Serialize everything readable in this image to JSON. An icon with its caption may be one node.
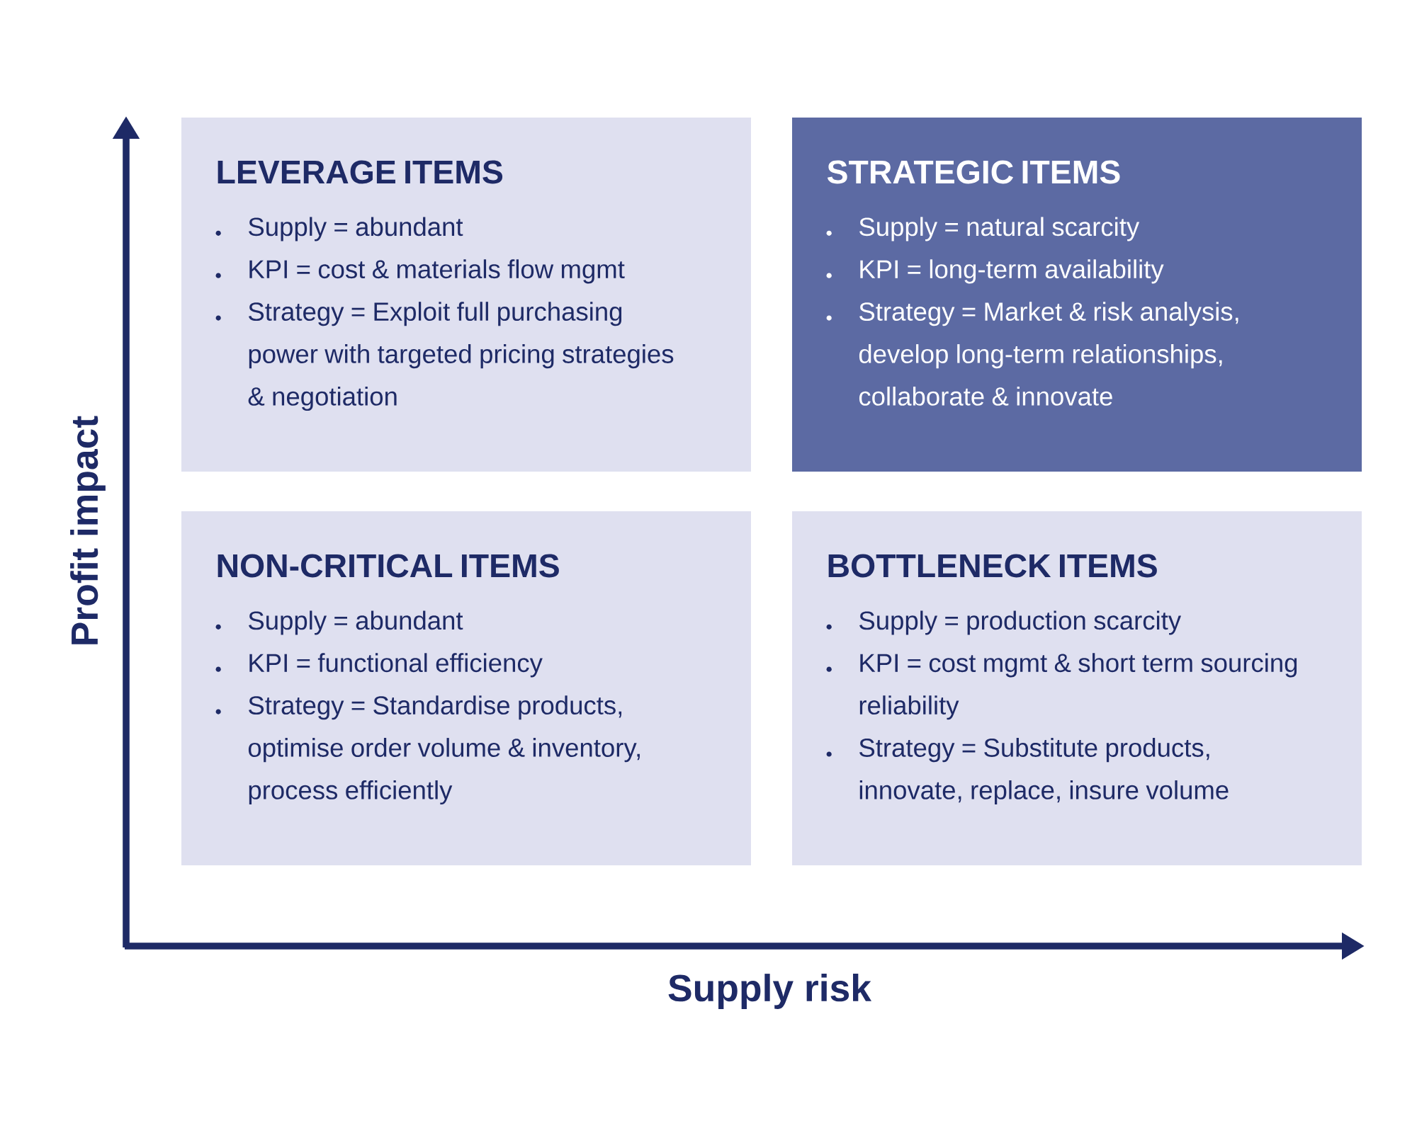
{
  "diagram": {
    "nodes": [
      {
        "text": [
          "LEVERAGE ITEMS",
          "Supply = abundant",
          "KPI = cost & materials flow mgmt",
          "Strategy = Exploit full purchasing power with targeted pricing strategies & negotiation"
        ]
      },
      {
        "text": [
          "STRATEGIC ITEMS",
          "Supply = natural scarcity",
          "KPI = long-term availability",
          "Strategy = Market & risk analysis, develop long-term relationships, collaborate & innovate"
        ]
      },
      {
        "text": [
          "NON-CRITICAL ITEMS",
          "Supply = abundant",
          "KPI = functional efficiency",
          "Strategy = Standardise products, optimise order volume & inventory, process efficiently"
        ]
      },
      {
        "text": [
          "BOTTLENECK ITEMS",
          "Supply = production scarcity",
          "KPI = cost mgmt & short term sourcing reliability",
          "Strategy = Substitute products, innovate, replace, insure volume"
        ]
      }
    ],
    "labels": [
      "Profit impact",
      "Supply risk"
    ]
  }
}
